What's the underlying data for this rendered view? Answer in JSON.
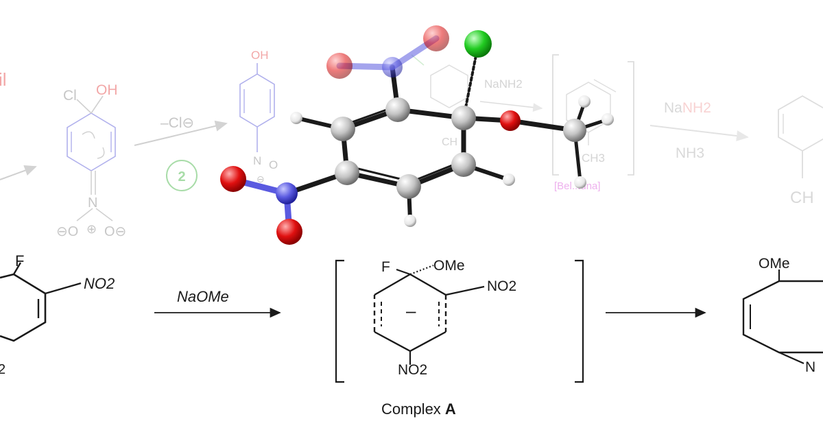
{
  "background_scheme": {
    "partial_label": "il",
    "chloro_phenoxide": {
      "cl": "Cl",
      "oh": "OH",
      "nitro_n": "N",
      "o_left": "⊖O",
      "o_right": "O⊖",
      "plus": "⊕"
    },
    "step_arrow": {
      "label": "–Cl⊖",
      "step_number": "2"
    },
    "nitrophenol": {
      "oh": "OH",
      "nitro": "N",
      "o": "O",
      "charge": "⊖"
    },
    "benzyne_arrow": {
      "reagent": "NaNH2",
      "ch": "CH",
      "ch3": "CH3",
      "citation": "[Bel..tuna]"
    },
    "right_arrow": {
      "reagent_top_na": "Na",
      "reagent_top_nh2": "NH2",
      "reagent_bottom": "NH3"
    },
    "product_partial": {
      "ch": "CH"
    }
  },
  "foreground_scheme": {
    "reactant": {
      "f": "F",
      "no2": "NO2",
      "bottom_partial": "2"
    },
    "reagent": "NaOMe",
    "intermediate": {
      "f": "F",
      "ome": "OMe",
      "no2_top": "NO2",
      "no2_bottom": "NO2",
      "charge": "–",
      "caption_prefix": "Complex ",
      "caption_bold": "A"
    },
    "product": {
      "ome": "OMe",
      "n_partial": "N"
    }
  },
  "colors": {
    "carbon": "#c8c8c8",
    "hydrogen": "#f2f2f2",
    "nitrogen": "#5a5ae0",
    "oxygen": "#e01010",
    "chlorine": "#22cc22",
    "bond": "#1a1a1a",
    "faded_red": "#e86060",
    "faded_blue": "#7070dd",
    "faded_green": "#60c060",
    "faded_pink": "#e070e0",
    "faded_gray": "#aaaaaa",
    "ink": "#1a1a1a"
  }
}
